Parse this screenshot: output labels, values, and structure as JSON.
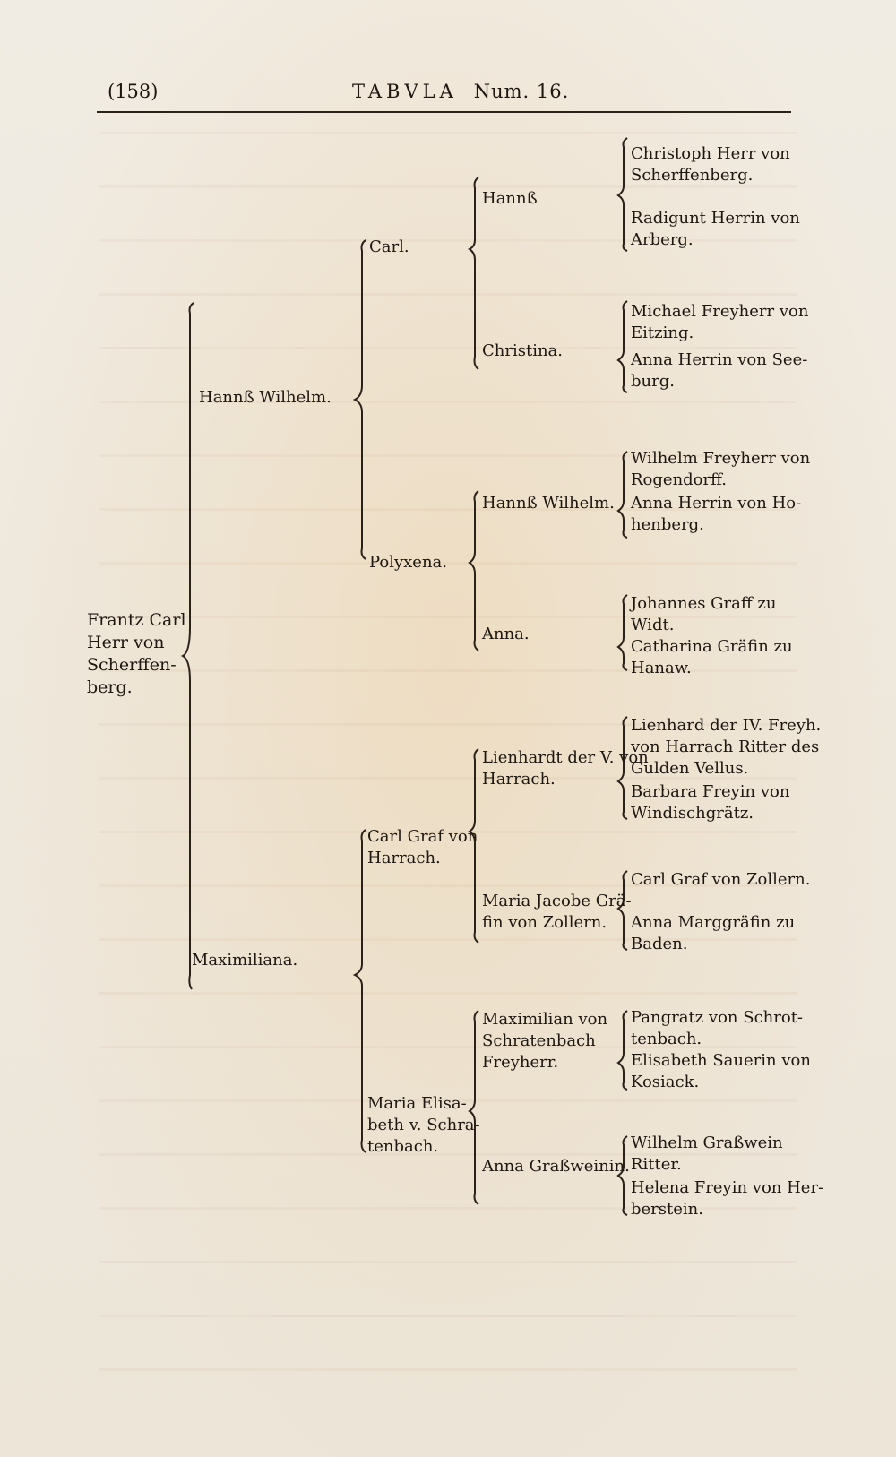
{
  "header": {
    "page_number": "(158)",
    "title": "TABVLA",
    "table_number": "Num. 16."
  },
  "root": "Frantz Carl\nHerr von\nScherffen-\nberg.",
  "gen1": {
    "father": "Hannß Wilhelm.",
    "mother": "Maximiliana."
  },
  "gen2": {
    "ff": "Carl.",
    "fm": "Polyxena.",
    "mf": "Carl Graf von\nHarrach.",
    "mm": "Maria Elisa-\nbeth v. Schra-\ntenbach."
  },
  "gen3": {
    "fff": "Hannß",
    "ffm": "Christina.",
    "fmf": "Hannß Wilhelm.",
    "fmm": "Anna.",
    "mff": "Lienhardt der V. von\nHarrach.",
    "mfm": "Maria Jacobe Grä-\nfin von Zollern.",
    "mmf": "Maximilian von\nSchratenbach\nFreyherr.",
    "mmm": "Anna Graßweinin."
  },
  "gen4": [
    "Christoph Herr von\nScherffenberg.",
    "Radigunt Herrin von\nArberg.",
    "Michael Freyherr von\nEitzing.",
    "Anna Herrin von See-\nburg.",
    "Wilhelm Freyherr von\nRogendorff.",
    "Anna Herrin von Ho-\nhenberg.",
    "Johannes Graff zu\nWidt.",
    "Catharina Gräfin zu\nHanaw.",
    "Lienhard der IV. Freyh.\nvon Harrach Ritter des\nGulden Vellus.",
    "Barbara Freyin von\nWindischgrätz.",
    "Carl Graf von Zollern.",
    "Anna Marggräfin zu\nBaden.",
    "Pangratz von Schrot-\ntenbach.",
    "Elisabeth Sauerin von\nKosiack.",
    "Wilhelm Graßwein\nRitter.",
    "Helena Freyin von Her-\nberstein."
  ]
}
